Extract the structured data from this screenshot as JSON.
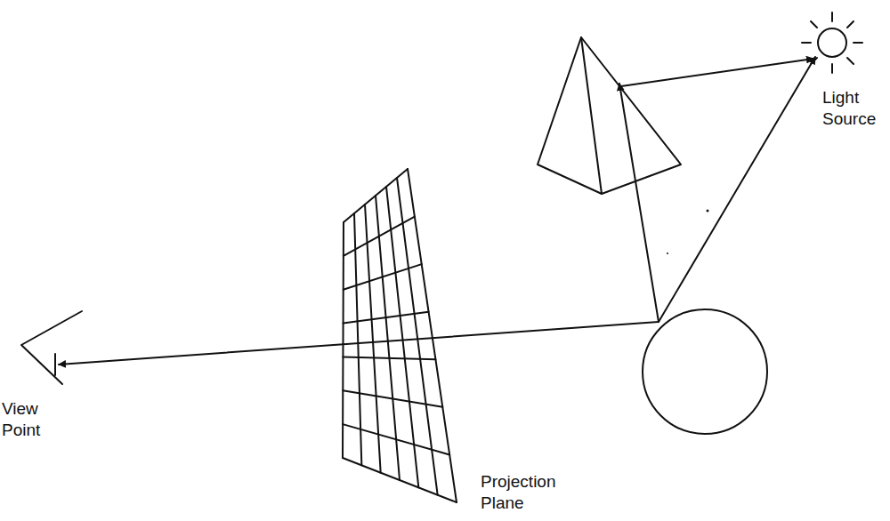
{
  "diagram": {
    "labels": [
      "View Point",
      "Projection Plane",
      "Light Source"
    ]
  }
}
